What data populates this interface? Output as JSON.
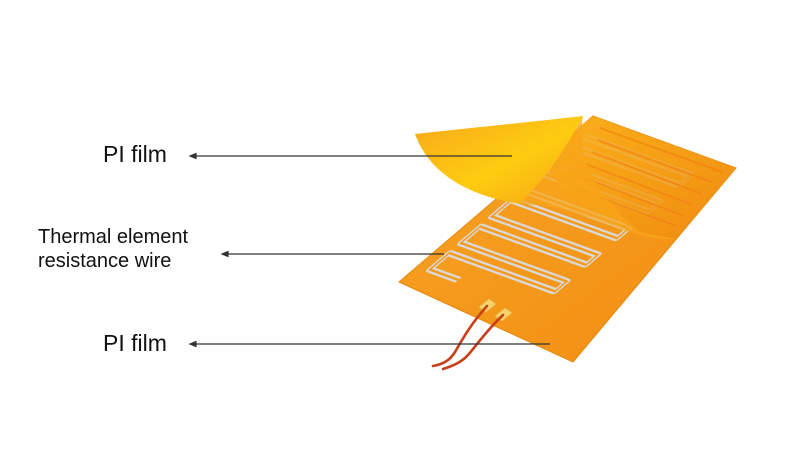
{
  "diagram": {
    "subject": "Polyimide (PI) film heater layer structure",
    "labels": [
      {
        "id": "top-film",
        "text": "PI film"
      },
      {
        "id": "wire-line1",
        "text": "Thermal element"
      },
      {
        "id": "wire-line2",
        "text": "resistance wire"
      },
      {
        "id": "bottom-film",
        "text": "PI film"
      }
    ],
    "colors": {
      "board_orange": "#f59a1c",
      "board_edge": "#e8860f",
      "peeled_film_yellow": "#fbc21a",
      "trace_silver": "#d8d8d8",
      "lead_wire_red": "#c8401a",
      "leader_line": "#333333",
      "text": "#111111"
    }
  }
}
